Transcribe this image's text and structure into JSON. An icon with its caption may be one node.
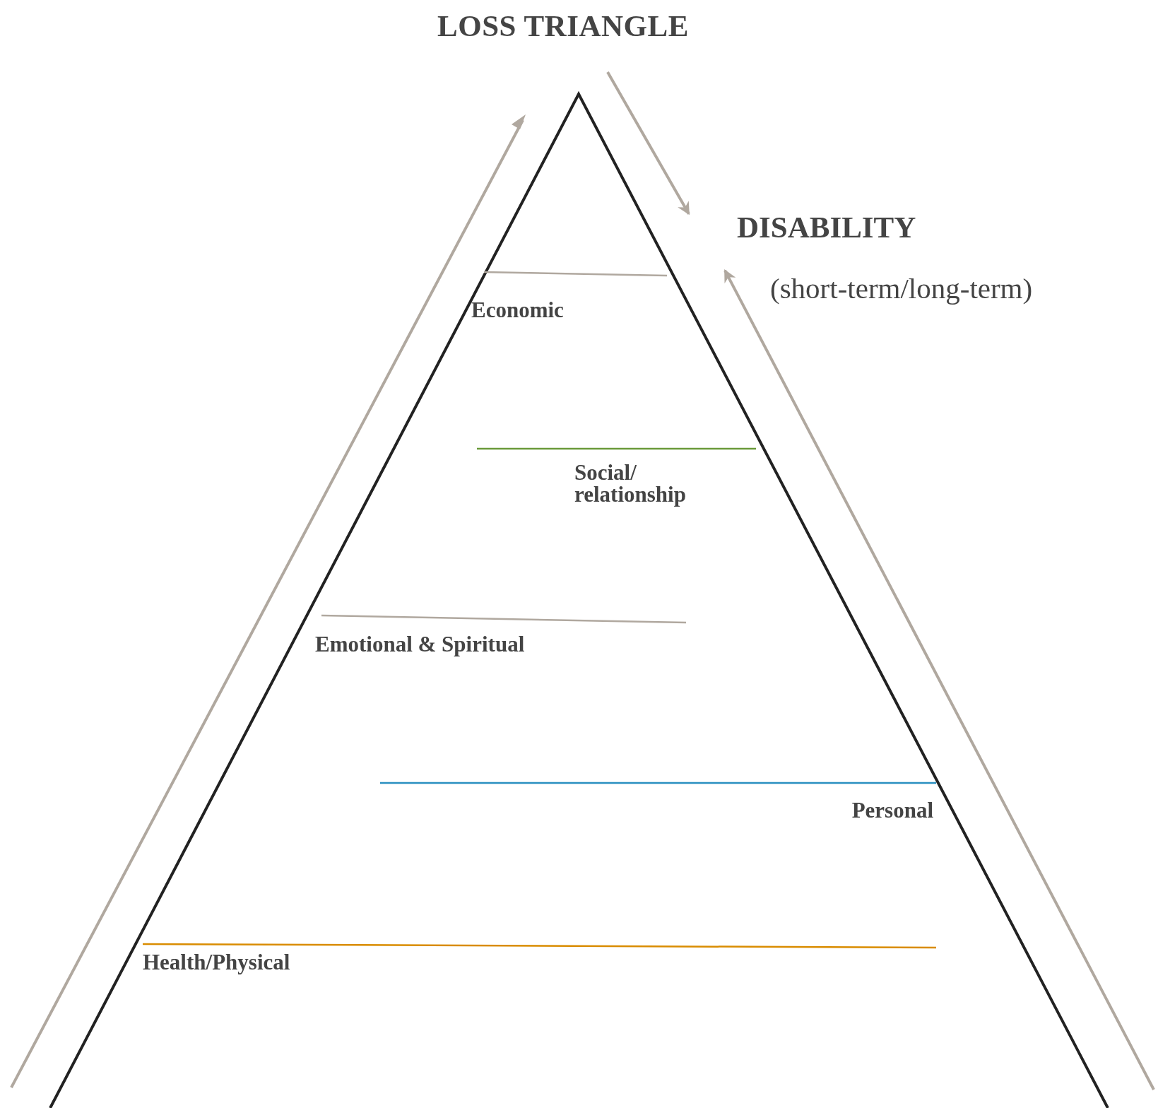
{
  "diagram": {
    "title": "LOSS TRIANGLE",
    "nodes": [
      {
        "text": [
          "DISABILITY"
        ]
      },
      {
        "text": [
          "(short-term/long-term)"
        ]
      }
    ],
    "edges": [
      {
        "from": null,
        "to": 0,
        "arrow": "to"
      },
      {
        "from": null,
        "to": 1,
        "arrow": "to"
      }
    ],
    "labels": [
      "Economic",
      "Social/ relationship",
      "Emotional & Spiritual",
      "Personal",
      "Health/Physical"
    ]
  }
}
